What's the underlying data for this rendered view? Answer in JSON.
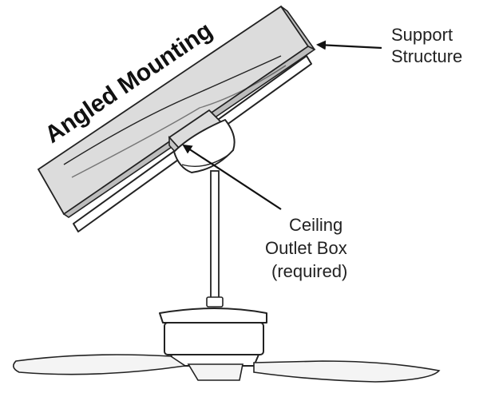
{
  "title": "Angled Mounting",
  "labels": {
    "support_structure": [
      "Support",
      "Structure"
    ],
    "ceiling_outlet_box": [
      "Ceiling",
      "Outlet Box",
      "(required)"
    ]
  },
  "colors": {
    "ink": "#222222",
    "panel_fill": "#dcdcdc",
    "background": "#ffffff"
  }
}
